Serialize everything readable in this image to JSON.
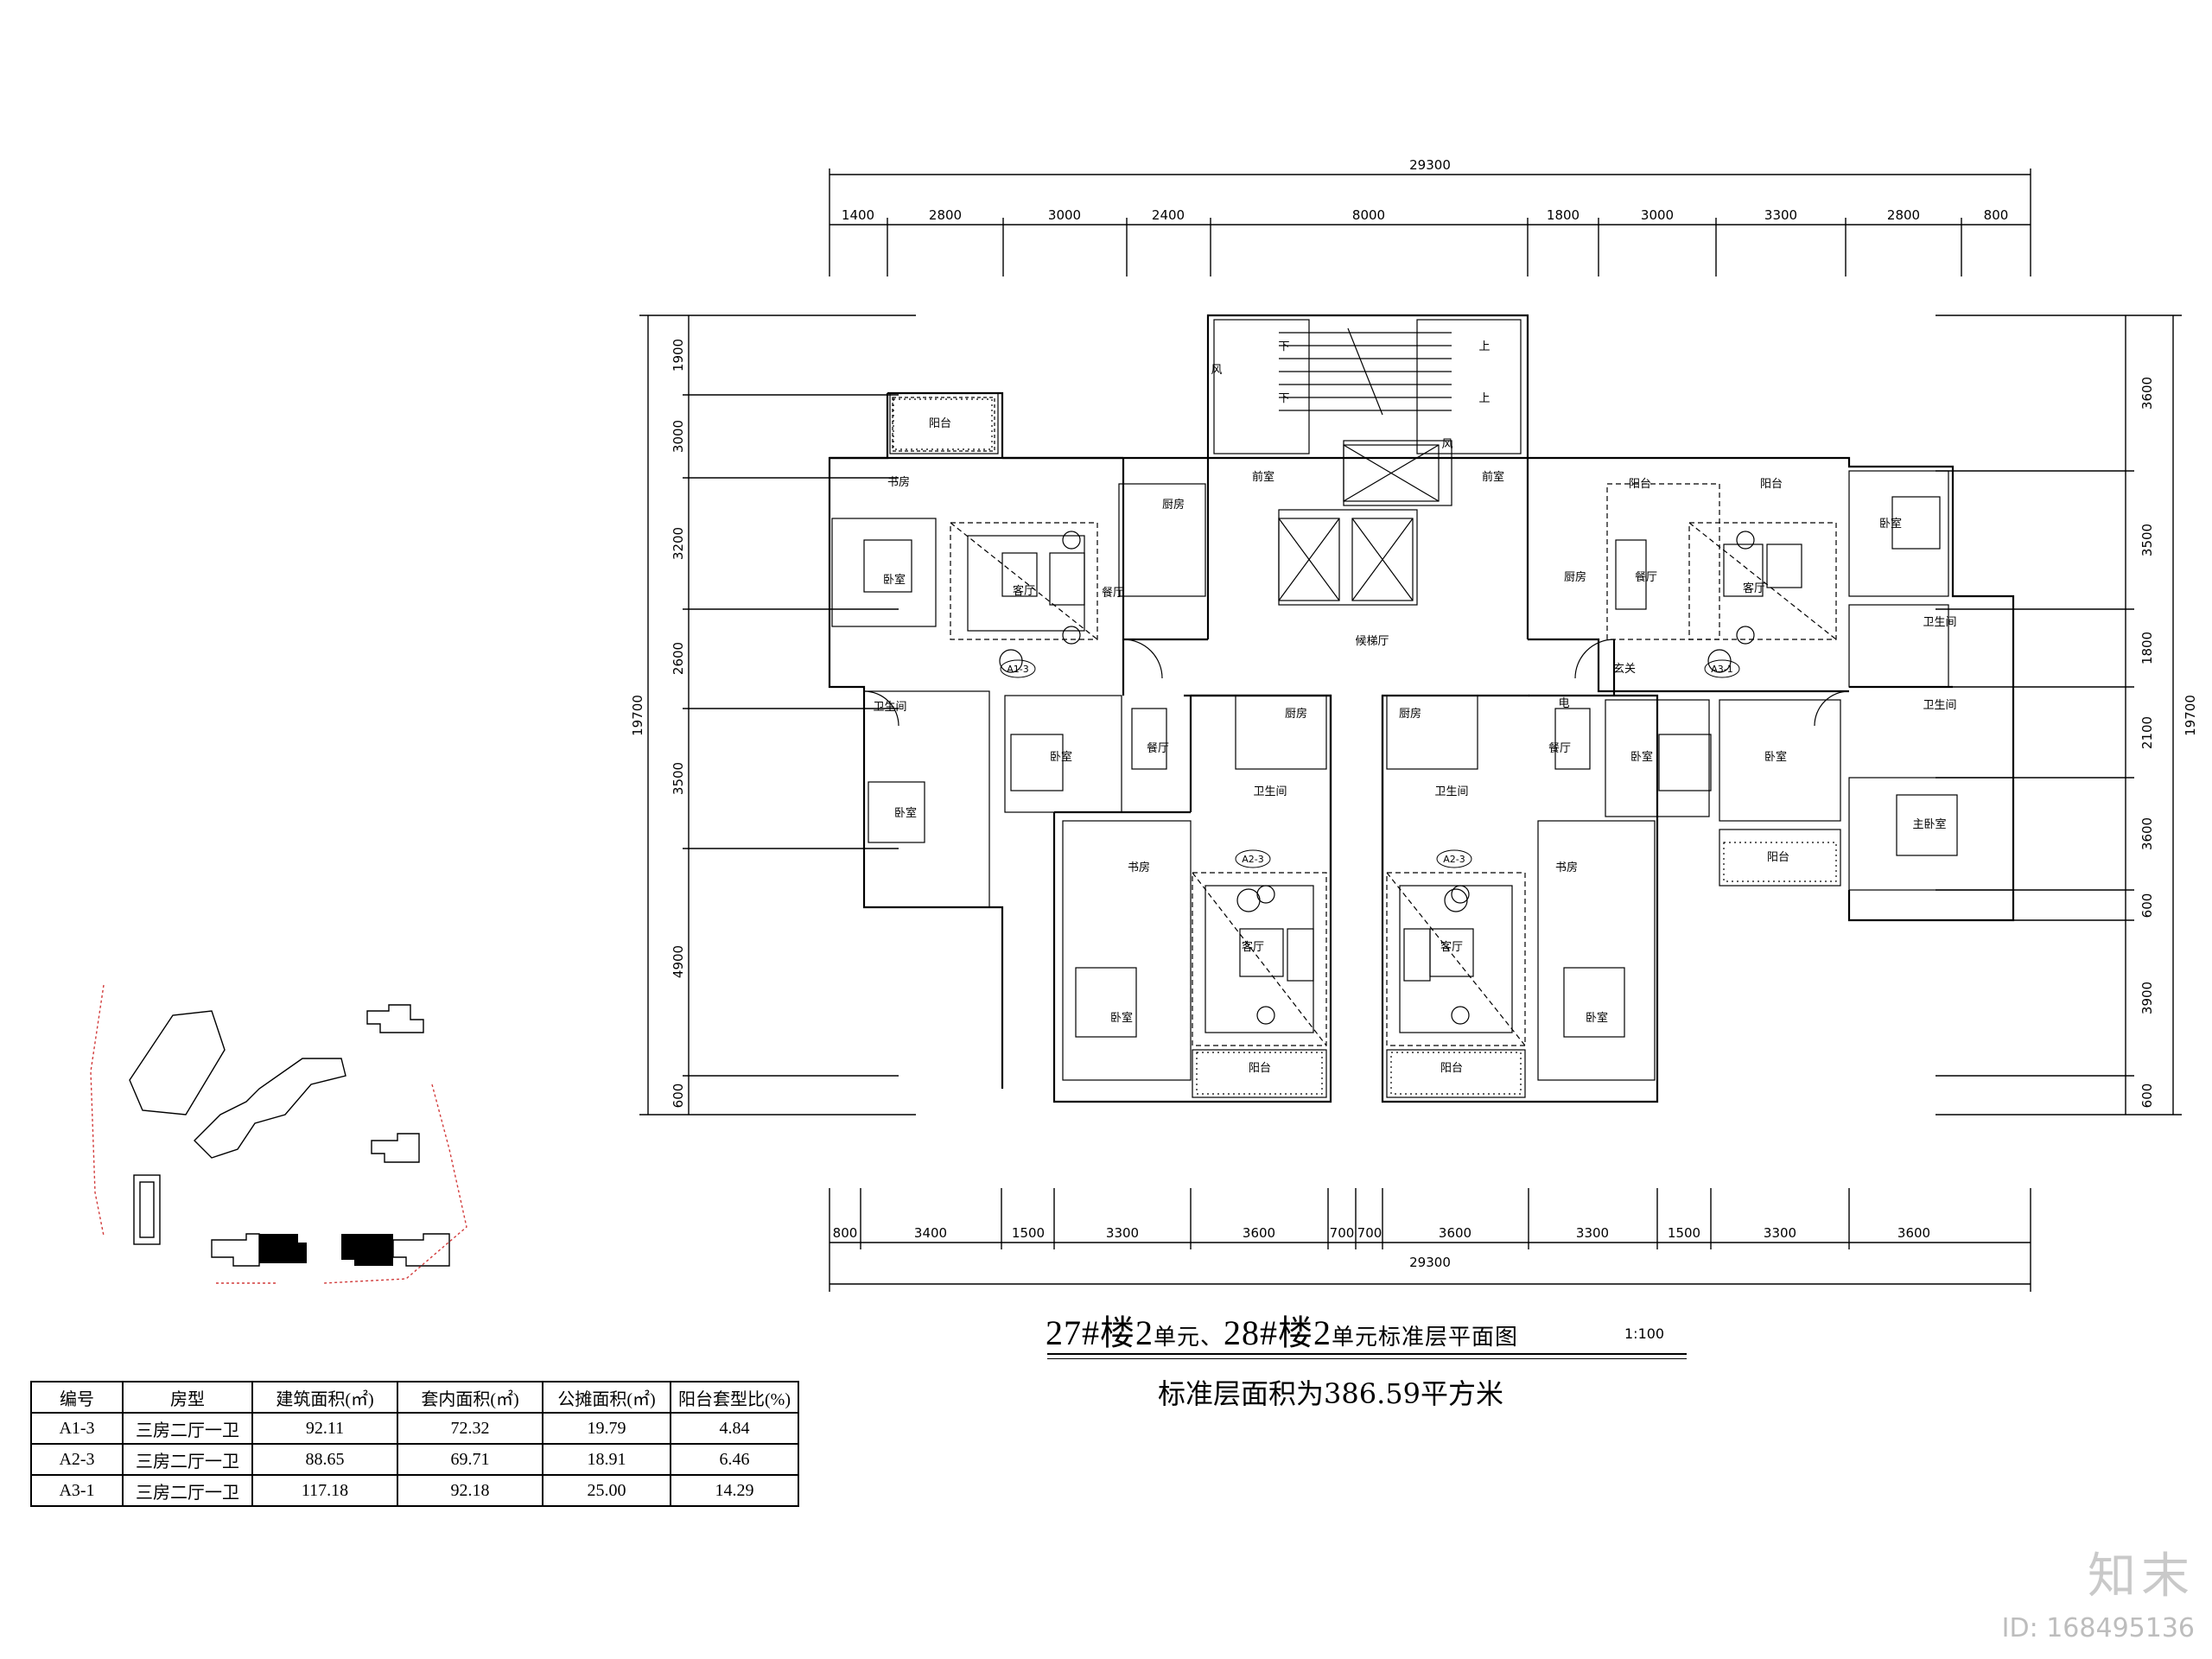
{
  "dimensions": {
    "top_total": "29300",
    "top_segments": [
      "1400",
      "2800",
      "3000",
      "2400",
      "8000",
      "1800",
      "3000",
      "3300",
      "2800",
      "800"
    ],
    "bottom_total": "29300",
    "bottom_segments": [
      "800",
      "3400",
      "1500",
      "3300",
      "3600",
      "700",
      "700",
      "3600",
      "3300",
      "1500",
      "3300",
      "3600"
    ],
    "left_total": "19700",
    "left_segments": [
      "1900",
      "3000",
      "3200",
      "2600",
      "3500",
      "4900",
      "600"
    ],
    "right_total": "19700",
    "right_segments": [
      "3600",
      "3500",
      "1800",
      "2100",
      "3600",
      "600",
      "3900",
      "600"
    ]
  },
  "rooms": {
    "balcony": "阳台",
    "study": "书房",
    "bedroom": "卧室",
    "master_bedroom": "主卧室",
    "living": "客厅",
    "dining": "餐厅",
    "kitchen": "厨房",
    "bathroom": "卫生间",
    "lobby": "候梯厅",
    "front_room": "前室",
    "shaft": "风",
    "entry": "玄关",
    "electric": "电",
    "stair_down": "下",
    "stair_up": "上",
    "tag_a13": "A1-3",
    "tag_a23": "A2-3",
    "tag_a31": "A3-1"
  },
  "title": {
    "part1": "27#",
    "part2": "楼2",
    "part3": "单元、",
    "part4": "28#",
    "part5": "楼2",
    "part6": "单元标准层平面图",
    "scale": "1:100",
    "area_note": "标准层面积为386.59平方米"
  },
  "table": {
    "headers": [
      "编号",
      "房型",
      "建筑面积(㎡)",
      "套内面积(㎡)",
      "公摊面积(㎡)",
      "阳台套型比(%)"
    ],
    "rows": [
      [
        "A1-3",
        "三房二厅一卫",
        "92.11",
        "72.32",
        "19.79",
        "4.84"
      ],
      [
        "A2-3",
        "三房二厅一卫",
        "88.65",
        "69.71",
        "18.91",
        "6.46"
      ],
      [
        "A3-1",
        "三房二厅一卫",
        "117.18",
        "92.18",
        "25.00",
        "14.29"
      ]
    ]
  },
  "watermark": {
    "logo": "知末",
    "id": "ID: 168495136"
  },
  "colors": {
    "ink": "#000000",
    "site_red": "#d23c3c",
    "watermark": "#c9c9c9"
  }
}
